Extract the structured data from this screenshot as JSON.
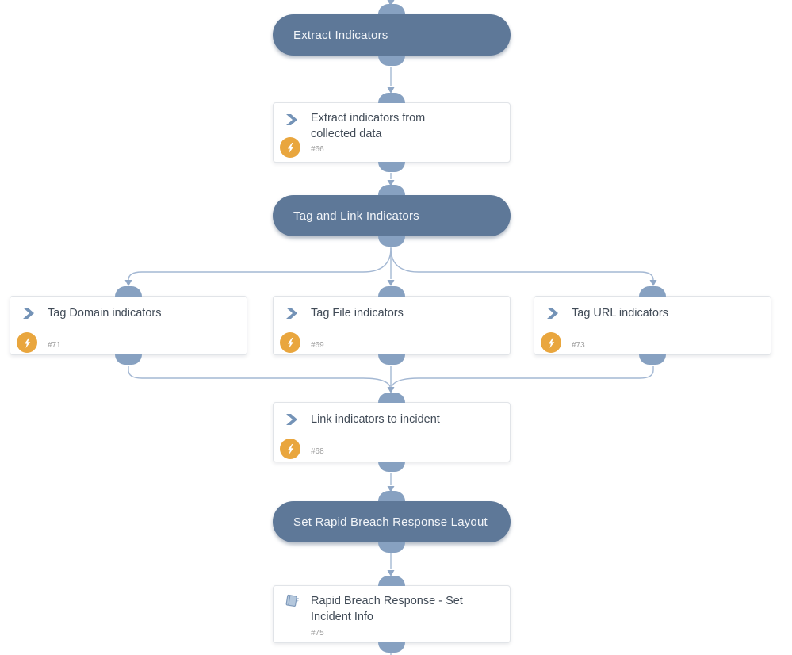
{
  "playbook": {
    "sections": [
      {
        "label": "Extract Indicators"
      },
      {
        "label": "Tag and Link Indicators"
      },
      {
        "label": "Set Rapid Breach Response Layout"
      }
    ],
    "tasks": [
      {
        "id": "#66",
        "title": "Extract indicators from\ncollected data",
        "type": "automation",
        "icon": "chevron-right-icon",
        "badge": "lightning-bolt-icon"
      },
      {
        "id": "#71",
        "title": "Tag Domain indicators",
        "type": "automation",
        "icon": "chevron-right-icon",
        "badge": "lightning-bolt-icon"
      },
      {
        "id": "#69",
        "title": "Tag File indicators",
        "type": "automation",
        "icon": "chevron-right-icon",
        "badge": "lightning-bolt-icon"
      },
      {
        "id": "#73",
        "title": "Tag URL indicators",
        "type": "automation",
        "icon": "chevron-right-icon",
        "badge": "lightning-bolt-icon"
      },
      {
        "id": "#68",
        "title": "Link indicators to incident",
        "type": "automation",
        "icon": "chevron-right-icon",
        "badge": "lightning-bolt-icon"
      },
      {
        "id": "#75",
        "title": "Rapid Breach Response - Set\nIncident Info",
        "type": "sub-playbook",
        "icon": "playbook-book-icon"
      }
    ],
    "colors": {
      "section_bg": "#5e7898",
      "section_text": "#f2f5f9",
      "connector": "#87a1c1",
      "flow_line": "#a4b8d3",
      "arrow": "#8fa7c6",
      "task_title": "#414b57",
      "task_id": "#9b9b9b",
      "automation_badge_bg": "#e9a63e",
      "chevron_icon": "#7493b7",
      "card_border": "#e1e4e8",
      "card_bg": "#ffffff"
    }
  }
}
